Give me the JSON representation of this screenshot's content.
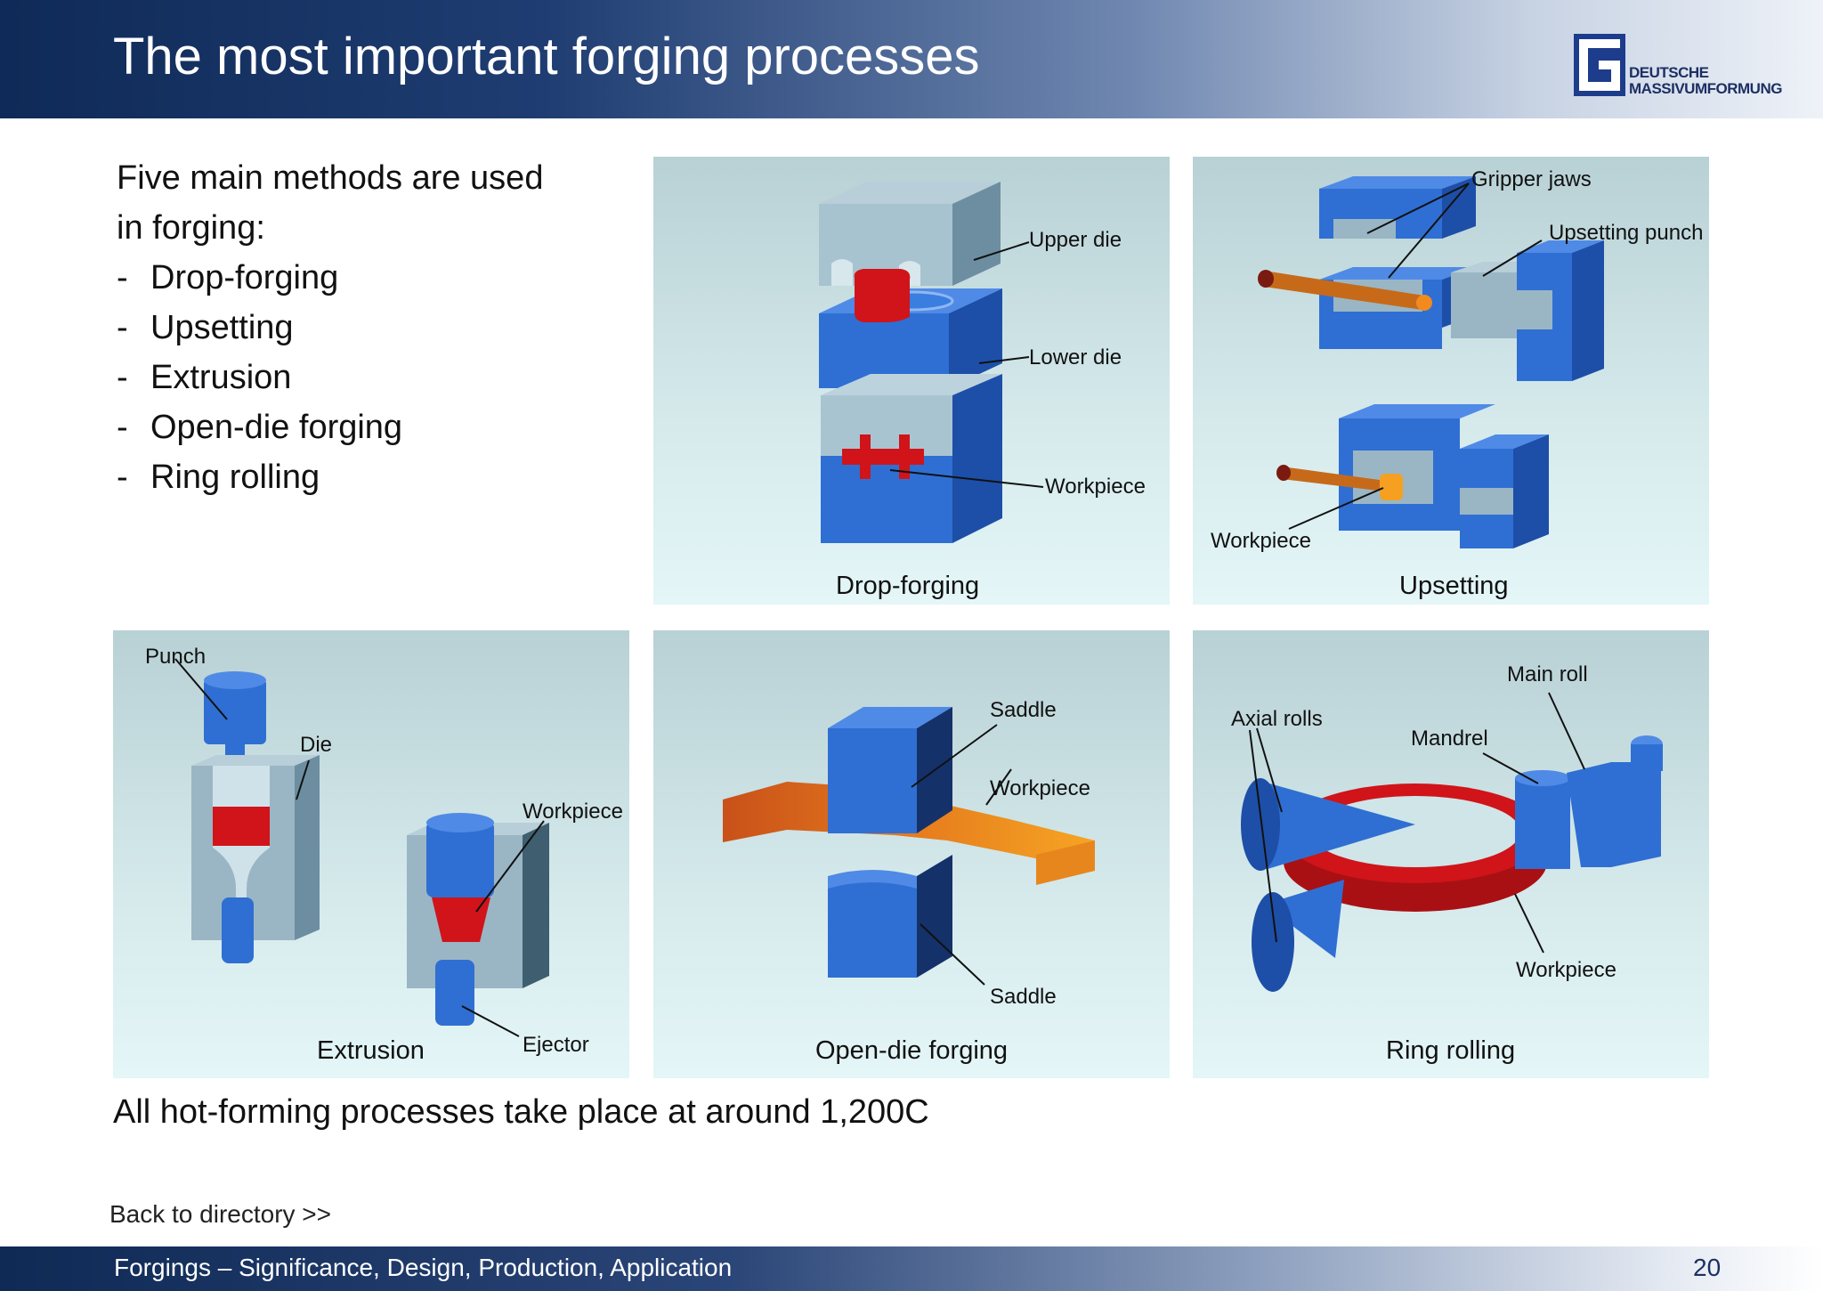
{
  "header": {
    "title": "The most important forging processes"
  },
  "logo": {
    "line1": "DEUTSCHE",
    "line2": "MASSIVUMFORMUNG"
  },
  "intro": {
    "line1": "Five main methods are used",
    "line2": "in forging:",
    "items": [
      "Drop-forging",
      "Upsetting",
      "Extrusion",
      "Open-die forging",
      "Ring rolling"
    ],
    "dash": "-"
  },
  "panels": {
    "drop_forging": {
      "caption": "Drop-forging",
      "labels": [
        "Upper die",
        "Lower die",
        "Workpiece"
      ]
    },
    "upsetting": {
      "caption": "Upsetting",
      "labels": [
        "Gripper jaws",
        "Upsetting punch",
        "Workpiece"
      ]
    },
    "extrusion": {
      "caption": "Extrusion",
      "labels": [
        "Punch",
        "Die",
        "Workpiece",
        "Ejector"
      ]
    },
    "open_die": {
      "caption": "Open-die forging",
      "labels": [
        "Saddle",
        "Workpiece",
        "Saddle"
      ]
    },
    "ring_rolling": {
      "caption": "Ring rolling",
      "labels": [
        "Main roll",
        "Axial rolls",
        "Mandrel",
        "Workpiece"
      ]
    }
  },
  "note": "All hot-forming processes take place at around 1,200C",
  "back_link": "Back to directory >>",
  "footer": {
    "text": "Forgings – Significance, Design, Production,  Application",
    "page_number": "20"
  },
  "colors": {
    "header_dark": "#0f2a57",
    "die_blue": "#2f6fd3",
    "die_grey": "#9ab6c4",
    "hot_red": "#c8171b",
    "hot_orange": "#f08a1c",
    "panel_bg": "#cfe6e9"
  }
}
